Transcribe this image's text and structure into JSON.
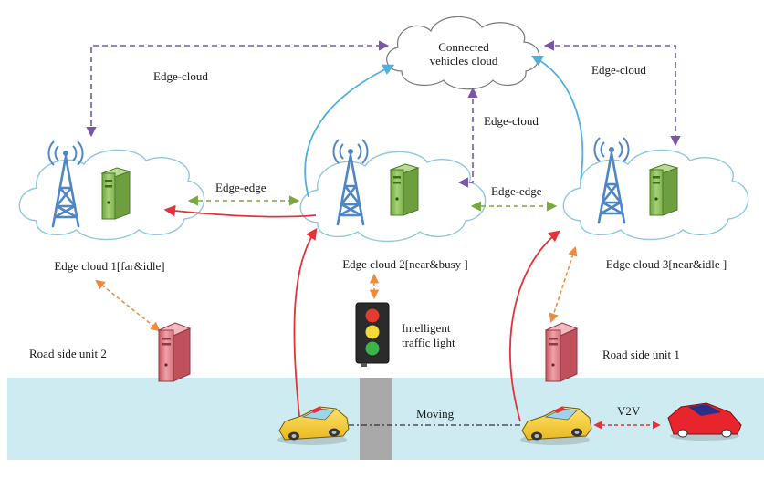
{
  "cloud": {
    "line1": "Connected",
    "line2": "vehicles cloud"
  },
  "edges": [
    {
      "label": "Edge  cloud 1[far&idle]"
    },
    {
      "label": "Edge  cloud 2[near&busy ]"
    },
    {
      "label": "Edge  cloud 3[near&idle ]"
    }
  ],
  "links": {
    "edge_cloud_left": "Edge-cloud",
    "edge_cloud_mid": "Edge-cloud",
    "edge_cloud_right": "Edge-cloud",
    "edge_edge_left": "Edge-edge",
    "edge_edge_right": "Edge-edge"
  },
  "rsu": {
    "left": "Road side unit 2",
    "right": "Road side unit 1"
  },
  "traffic_light": {
    "line1": "Intelligent",
    "line2": "traffic light"
  },
  "road": {
    "moving": "Moving",
    "v2v": "V2V"
  },
  "colors": {
    "edge_cloud_arrow": "#7b55a8",
    "edge_edge_arrow": "#7aa83f",
    "rsu_arrow": "#ee8a3c",
    "uplink_blue": "#4fb0de",
    "vehicle_link_red": "#e5323a",
    "road": "#cdebf0",
    "tower": "#4f86c6",
    "server": "#8ec15a",
    "rsu_box": "#e07a88"
  }
}
